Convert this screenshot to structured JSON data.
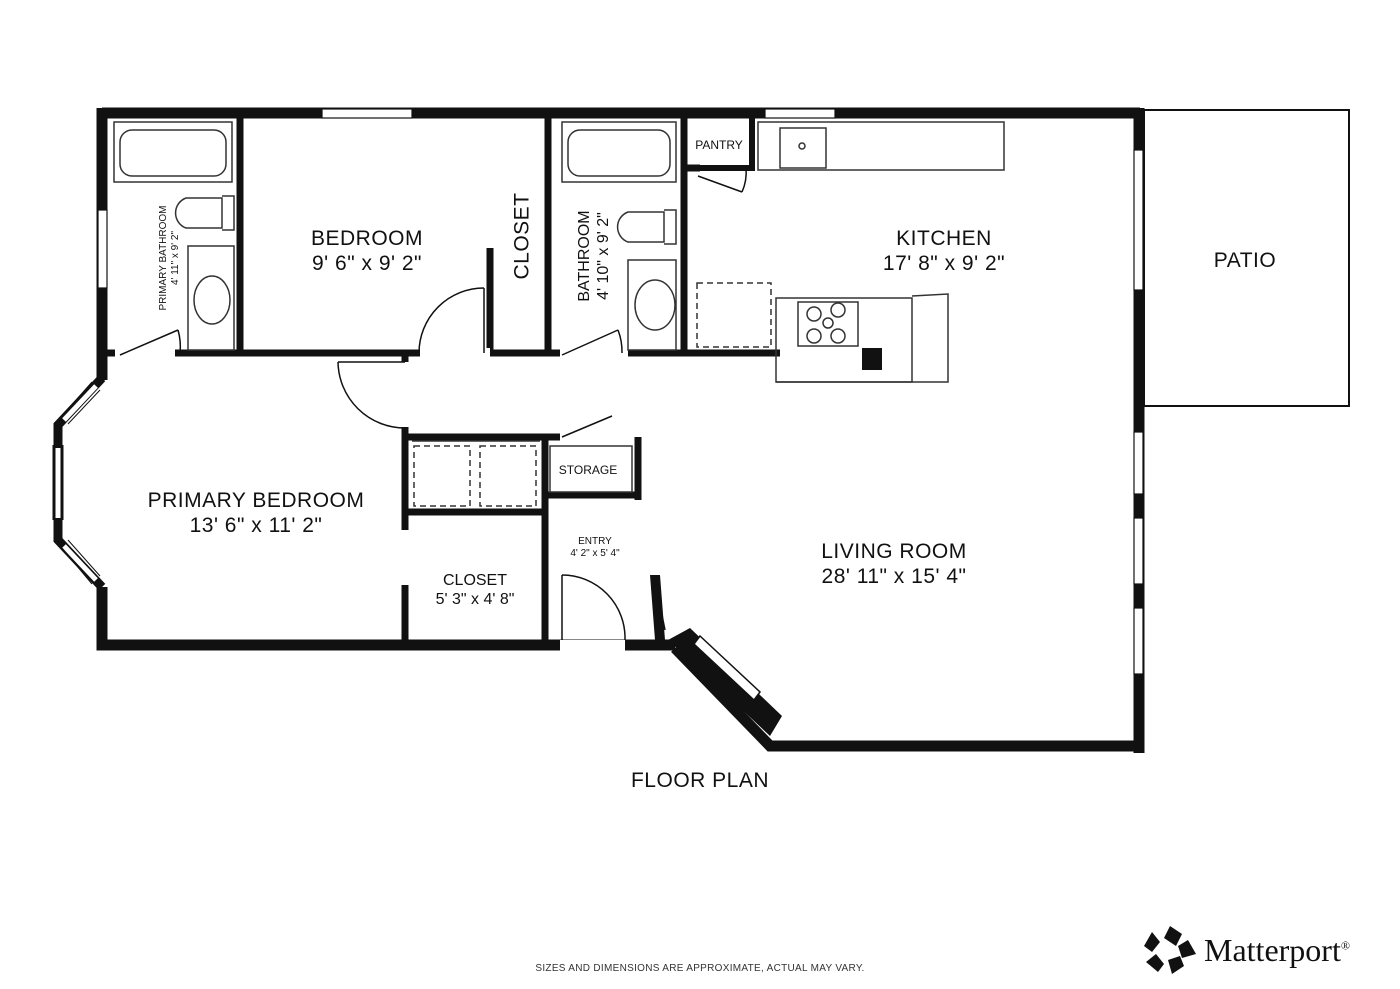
{
  "plan_title": "FLOOR PLAN",
  "disclaimer": "SIZES AND DIMENSIONS ARE APPROXIMATE, ACTUAL MAY VARY.",
  "brand": "Matterport",
  "brand_mark": "®",
  "rooms": {
    "primary_bathroom": {
      "name": "PRIMARY BATHROOM",
      "dims": "4' 11\" x 9' 2\""
    },
    "bedroom": {
      "name": "BEDROOM",
      "dims": "9' 6\" x 9' 2\""
    },
    "closet_upper": {
      "name": "CLOSET"
    },
    "bathroom": {
      "name": "BATHROOM",
      "dims": "4' 10\" x 9' 2\""
    },
    "pantry": {
      "name": "PANTRY"
    },
    "kitchen": {
      "name": "KITCHEN",
      "dims": "17' 8\" x 9' 2\""
    },
    "patio": {
      "name": "PATIO"
    },
    "storage": {
      "name": "STORAGE"
    },
    "primary_bedroom": {
      "name": "PRIMARY BEDROOM",
      "dims": "13' 6\" x 11' 2\""
    },
    "closet_lower": {
      "name": "CLOSET",
      "dims": "5' 3\" x 4' 8\""
    },
    "entry": {
      "name": "ENTRY",
      "dims": "4' 2\" x 5' 4\""
    },
    "living_room": {
      "name": "LIVING ROOM",
      "dims": "28' 11\" x 15' 4\""
    }
  },
  "colors": {
    "wall": "#111111",
    "fixture": "#444444",
    "background": "#ffffff"
  }
}
